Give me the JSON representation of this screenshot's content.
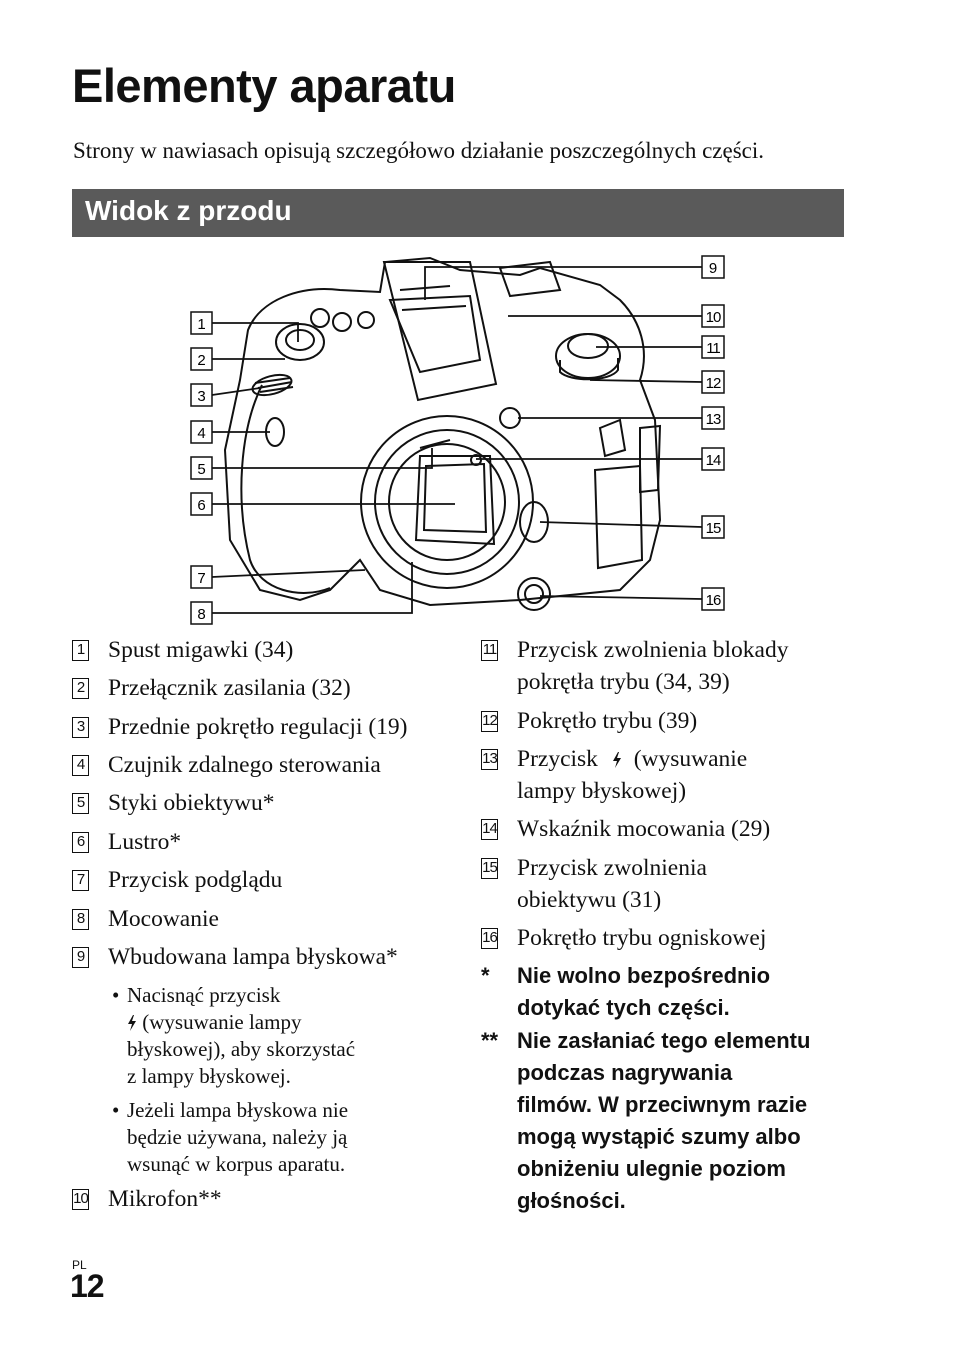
{
  "page": {
    "title": "Elementy aparatu",
    "subtitle": "Strony w nawiasach opisują szczegółowo działanie poszczególnych części.",
    "section": "Widok z przodu",
    "lang_tag": "PL",
    "page_number": "12"
  },
  "figure_callouts": [
    "1",
    "2",
    "3",
    "4",
    "5",
    "6",
    "7",
    "8",
    "9",
    "10",
    "11",
    "12",
    "13",
    "14",
    "15",
    "16"
  ],
  "left_items": [
    {
      "num": "1",
      "label": "Spust migawki (34)"
    },
    {
      "num": "2",
      "label": "Przełącznik zasilania (32)"
    },
    {
      "num": "3",
      "label": "Przednie pokrętło regulacji (19)"
    },
    {
      "num": "4",
      "label": "Czujnik zdalnego sterowania"
    },
    {
      "num": "5",
      "label": "Styki obiektywu*"
    },
    {
      "num": "6",
      "label": "Lustro*"
    },
    {
      "num": "7",
      "label": "Przycisk podglądu"
    },
    {
      "num": "8",
      "label": "Mocowanie"
    },
    {
      "num": "9",
      "label": "Wbudowana lampa błyskowa*"
    }
  ],
  "item9_bullets": [
    {
      "lines": [
        "Nacisnąć przycisk",
        "(wysuwanie lampy",
        "błyskowej), aby skorzystać",
        "z lampy błyskowej."
      ]
    },
    {
      "lines": [
        "Jeżeli lampa błyskowa nie",
        "będzie używana, należy ją",
        "wsunąć w korpus aparatu."
      ]
    }
  ],
  "item10": {
    "num": "10",
    "label": "Mikrofon**"
  },
  "right_items": [
    {
      "num": "11",
      "lines": [
        "Przycisk zwolnienia blokady",
        "pokrętła trybu (34, 39)"
      ]
    },
    {
      "num": "12",
      "lines": [
        "Pokrętło trybu (39)"
      ]
    },
    {
      "num": "13",
      "lines": [
        "Przycisk",
        "(wysuwanie",
        "lampy błyskowej)"
      ]
    },
    {
      "num": "14",
      "lines": [
        "Wskaźnik mocowania (29)"
      ]
    },
    {
      "num": "15",
      "lines": [
        "Przycisk zwolnienia",
        "obiektywu (31)"
      ]
    },
    {
      "num": "16",
      "lines": [
        "Pokrętło trybu ogniskowej"
      ]
    }
  ],
  "notes": [
    {
      "mark": "*",
      "lines": [
        "Nie wolno bezpośrednio",
        "dotykać tych części."
      ]
    },
    {
      "mark": "**",
      "lines": [
        "Nie zasłaniać tego elementu",
        "podczas nagrywania",
        "filmów. W przeciwnym razie",
        "mogą wystąpić szumy albo",
        "obniżeniu ulegnie poziom",
        "głośności."
      ]
    }
  ],
  "icons": {
    "flash": "flash-icon"
  }
}
